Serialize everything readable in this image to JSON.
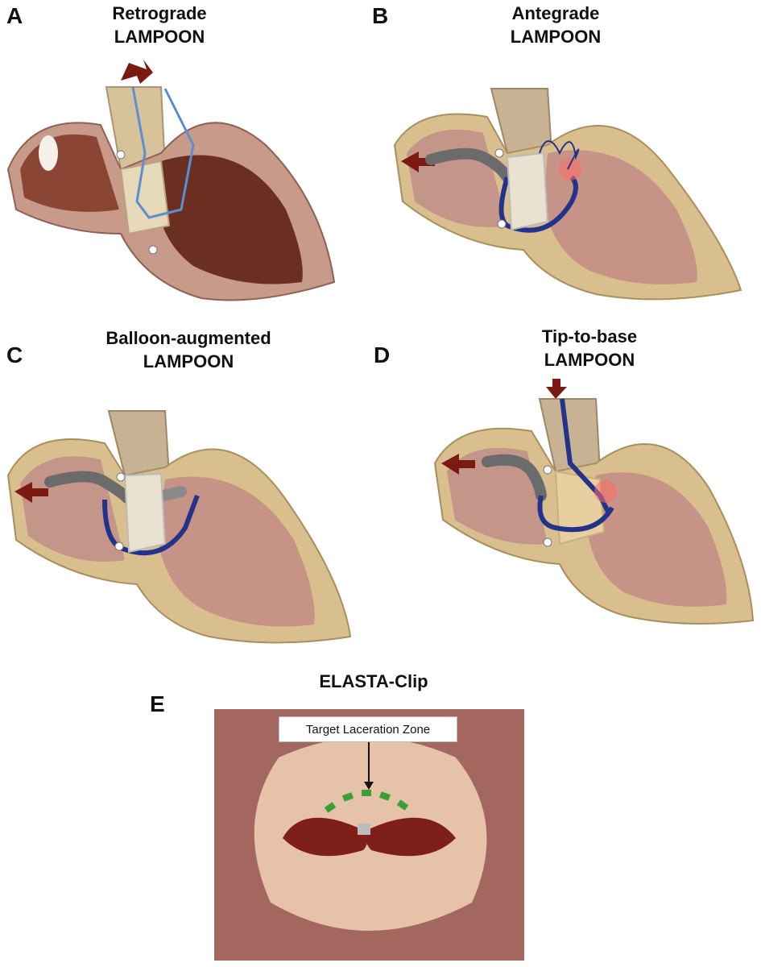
{
  "panels": {
    "a": {
      "letter": "A",
      "title_line1": "Retrograde",
      "title_line2": "LAMPOON"
    },
    "b": {
      "letter": "B",
      "title_line1": "Antegrade",
      "title_line2": "LAMPOON"
    },
    "c": {
      "letter": "C",
      "title_line1": "Balloon-augmented",
      "title_line2": "LAMPOON"
    },
    "d": {
      "letter": "D",
      "title_line1": "Tip-to-base",
      "title_line2": "LAMPOON"
    },
    "e": {
      "letter": "E",
      "title_line1": "ELASTA-Clip",
      "label": "Target Laceration Zone"
    }
  },
  "colors": {
    "myocardium": "#d9bf8e",
    "chamber": "#c08f82",
    "heart_interior_dark": "#6b2f22",
    "arrow": "#7a1a12",
    "catheter_blue": "#23338a",
    "wire_blue": "#5b8fd1",
    "catheter_gray": "#6b6b6b",
    "leaflet_zone_green": "#3aa035",
    "background_e": "#a4675f"
  }
}
